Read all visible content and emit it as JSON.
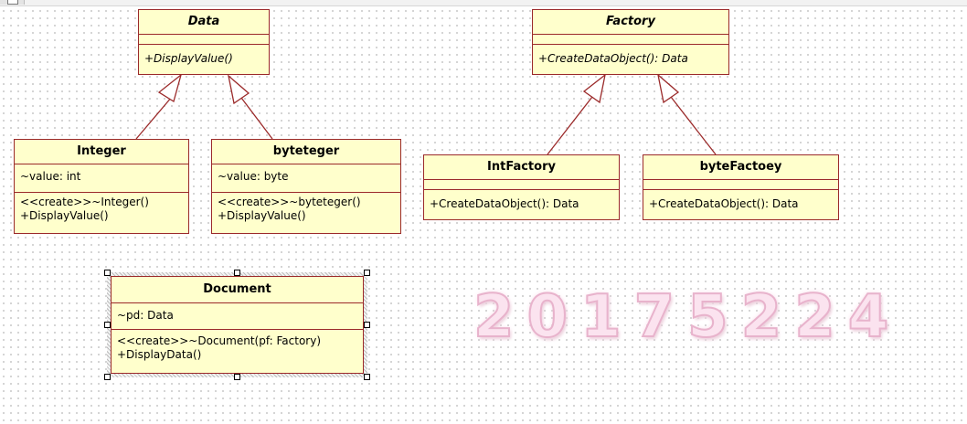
{
  "diagram": {
    "classes": {
      "data": {
        "name": "Data",
        "attributes": [],
        "operations": [
          "+DisplayValue()"
        ]
      },
      "factory": {
        "name": "Factory",
        "attributes": [],
        "operations": [
          "+CreateDataObject(): Data"
        ]
      },
      "integer": {
        "name": "Integer",
        "attributes": [
          "~value: int"
        ],
        "operations": [
          "<<create>>~Integer()",
          "+DisplayValue()"
        ]
      },
      "byteteger": {
        "name": "byteteger",
        "attributes": [
          "~value: byte"
        ],
        "operations": [
          "<<create>>~byteteger()",
          "+DisplayValue()"
        ]
      },
      "intfactory": {
        "name": "IntFactory",
        "attributes": [],
        "operations": [
          "+CreateDataObject(): Data"
        ]
      },
      "bytefactoey": {
        "name": "byteFactoey",
        "attributes": [],
        "operations": [
          "+CreateDataObject(): Data"
        ]
      },
      "document": {
        "name": "Document",
        "attributes": [
          "~pd: Data"
        ],
        "operations": [
          "<<create>>~Document(pf: Factory)",
          "+DisplayData()"
        ]
      }
    },
    "watermark": "20175224",
    "colors": {
      "class_fill": "#ffffcc",
      "class_border": "#9b2a2a",
      "watermark": "#f4c6dc"
    }
  }
}
